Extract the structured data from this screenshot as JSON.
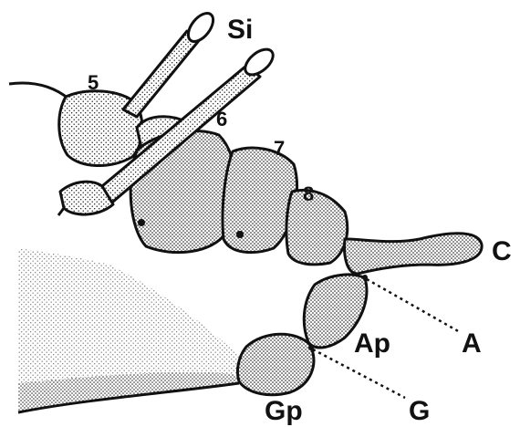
{
  "labels": {
    "segment_5": "5",
    "segment_6": "6",
    "segment_7": "7",
    "segment_8": "8",
    "siphunculi": "Si",
    "cauda": "C",
    "anal_plate": "Ap",
    "genital_plate": "Gp",
    "anus": "A",
    "gonopore": "G"
  },
  "colors": {
    "ink": "#111111",
    "background": "#ffffff"
  }
}
